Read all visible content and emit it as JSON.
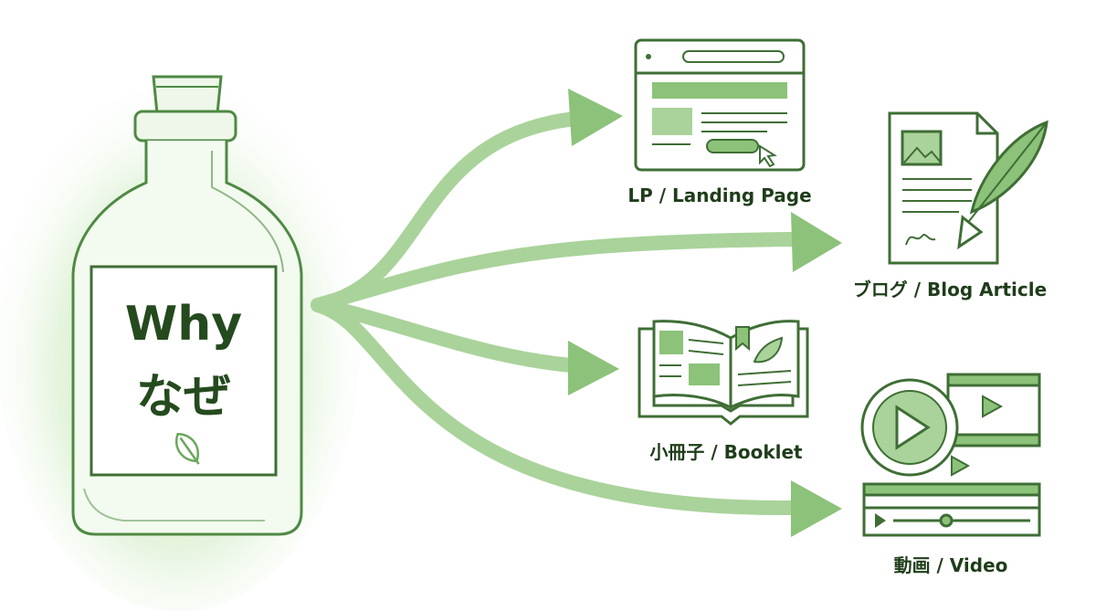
{
  "source": {
    "label_en": "Why",
    "label_ja": "なぜ",
    "icon": "leaf-icon"
  },
  "outputs": [
    {
      "caption": "LP / Landing Page",
      "icon": "browser-window-icon"
    },
    {
      "caption": "ブログ / Blog Article",
      "icon": "document-quill-icon"
    },
    {
      "caption": "小冊子 / Booklet",
      "icon": "open-book-icon"
    },
    {
      "caption": "動画 / Video",
      "icon": "film-play-icon"
    }
  ],
  "colors": {
    "accent": "#8cc27a",
    "stroke": "#3f6e35",
    "text": "#1f3d1a",
    "fill": "#dcefd4"
  }
}
